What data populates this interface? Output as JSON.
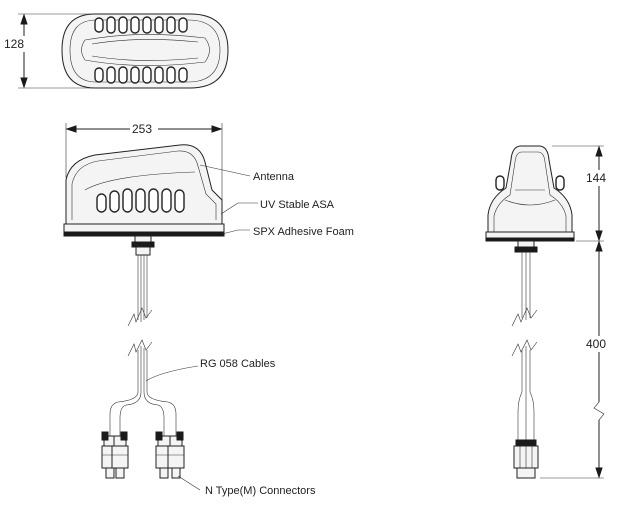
{
  "dimensions": {
    "top_height": "128",
    "width": "253",
    "side_height": "144",
    "cable_length": "400"
  },
  "callouts": {
    "antenna": "Antenna",
    "uv_stable": "UV Stable ASA",
    "adhesive": "SPX Adhesive Foam",
    "cables": "RG 058 Cables",
    "connectors": "N Type(M) Connectors"
  }
}
